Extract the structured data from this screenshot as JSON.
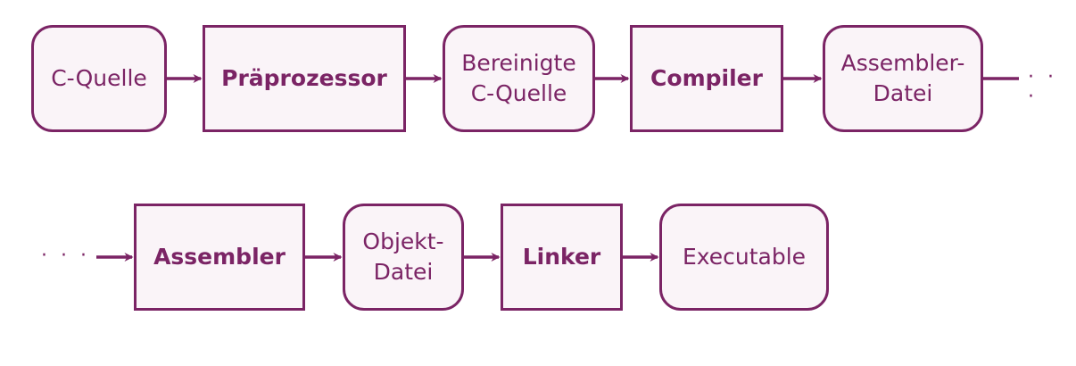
{
  "diagram": {
    "row1": {
      "c_source": "C-Quelle",
      "preprocessor": "Präprozessor",
      "cleaned_source": "Bereinigte\nC-Quelle",
      "compiler": "Compiler",
      "assembler_file": "Assembler-\nDatei",
      "continuation": "· · ·"
    },
    "row2": {
      "continuation": "· · ·",
      "assembler": "Assembler",
      "object_file": "Objekt-\nDatei",
      "linker": "Linker",
      "executable": "Executable"
    },
    "colors": {
      "stroke": "#7b2465",
      "fill": "#faf4f8"
    }
  }
}
